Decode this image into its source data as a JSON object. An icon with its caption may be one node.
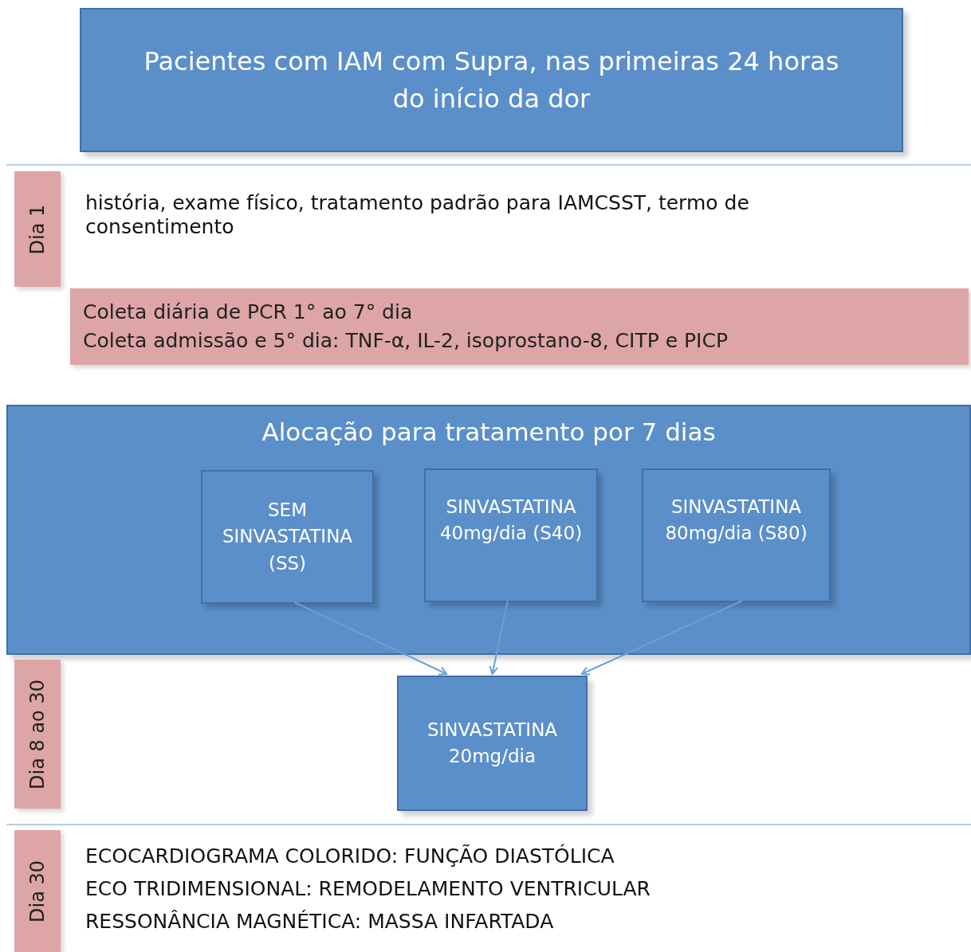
{
  "diagram": {
    "nodes": [
      {
        "text": [
          "Pacientes com IAM com Supra, nas primeiras 24 horas do início da dor"
        ]
      },
      {
        "text": [
          "Dia 1"
        ]
      },
      {
        "text": [
          "Coleta diária de PCR 1° ao 7° dia",
          "Coleta admissão e 5° dia: TNF-α, IL-2, isoprostano-8, CITP e PICP"
        ]
      },
      {
        "text": [
          "Alocação para tratamento por 7 dias"
        ]
      },
      {
        "text": [
          "SEM SINVASTATINA (SS)"
        ],
        "in": 3
      },
      {
        "text": [
          "SINVASTATINA 40mg/dia (S40)"
        ],
        "in": 3
      },
      {
        "text": [
          "SINVASTATINA 80mg/dia (S80)"
        ],
        "in": 3
      },
      {
        "text": [
          "Dia 8 ao 30"
        ]
      },
      {
        "text": [
          "SINVASTATINA 20mg/dia"
        ]
      },
      {
        "text": [
          "Dia 30"
        ]
      }
    ],
    "edges": [
      {
        "from": 4,
        "to": 8,
        "arrow": "to"
      },
      {
        "from": 5,
        "to": 8,
        "arrow": "to"
      },
      {
        "from": 6,
        "to": 8,
        "arrow": "to"
      }
    ],
    "labels": [
      "história, exame físico, tratamento padrão para IAMCSST, termo de consentimento",
      "ECOCARDIOGRAMA COLORIDO: FUNÇÃO DIASTÓLICA",
      "ECO TRIDIMENSIONAL: REMODELAMENTO VENTRICULAR",
      "RESSONÂNCIA MAGNÉTICA: MASSA INFARTADA"
    ]
  }
}
